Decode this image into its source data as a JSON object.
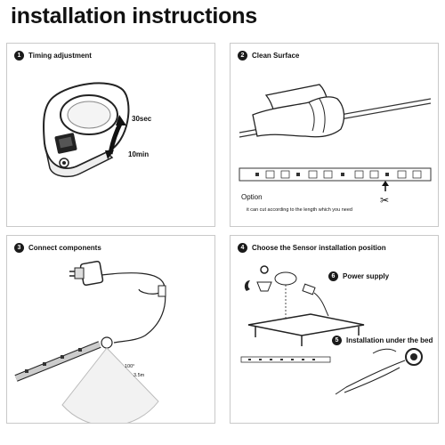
{
  "title": "installation instructions",
  "panels": [
    {
      "number": "1",
      "heading": "Timing adjustment",
      "labels": {
        "max": "30sec",
        "min": "10min"
      }
    },
    {
      "number": "2",
      "heading": "Clean Surface",
      "option_label": "Option",
      "option_text": "it can cut according to the length which you need"
    },
    {
      "number": "3",
      "heading": "Connect components",
      "angle": "100°",
      "distance": "3.5m"
    },
    {
      "number": "4",
      "heading": "Choose the Sensor installation position",
      "sub_steps": [
        {
          "number": "6",
          "label": "Power supply"
        },
        {
          "number": "5",
          "label": "Installation under the bed"
        }
      ]
    }
  ]
}
